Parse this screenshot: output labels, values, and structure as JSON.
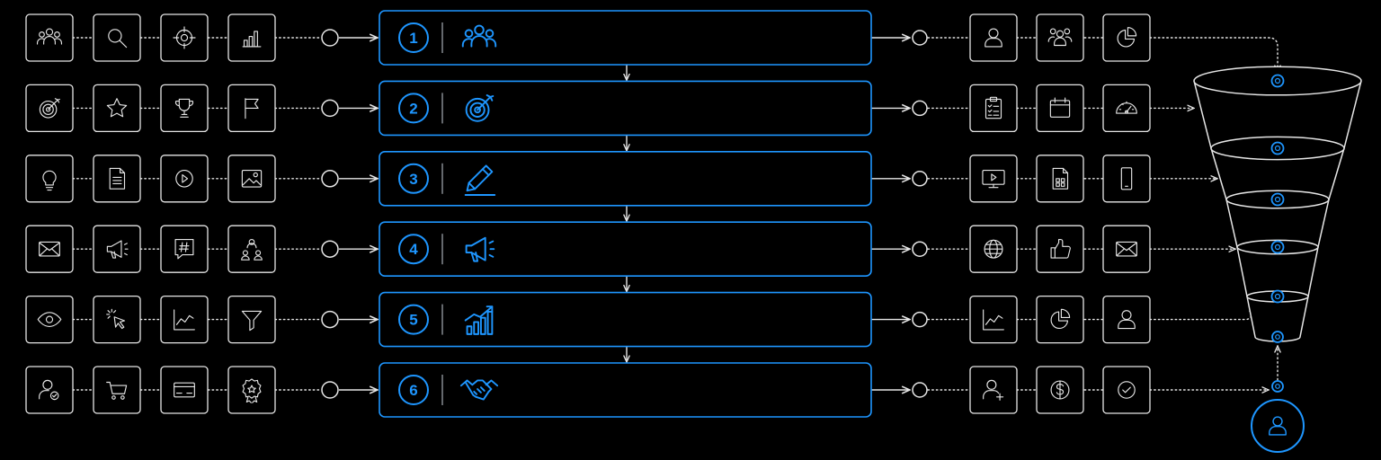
{
  "stages": [
    {
      "number": "1",
      "icon": "people-icon",
      "inputs": [
        "people-icon",
        "search-icon",
        "target-crosshair-icon",
        "bar-chart-icon"
      ],
      "outputs": [
        "user-icon",
        "team-icon",
        "pie-chart-icon"
      ]
    },
    {
      "number": "2",
      "icon": "target-arrow-icon",
      "inputs": [
        "target-arrow-icon",
        "star-icon",
        "trophy-icon",
        "flag-icon"
      ],
      "outputs": [
        "clipboard-checklist-icon",
        "calendar-icon",
        "speedometer-icon"
      ]
    },
    {
      "number": "3",
      "icon": "pencil-icon",
      "inputs": [
        "lightbulb-icon",
        "document-icon",
        "play-icon",
        "image-icon"
      ],
      "outputs": [
        "monitor-play-icon",
        "layout-document-icon",
        "smartphone-icon"
      ]
    },
    {
      "number": "4",
      "icon": "megaphone-icon",
      "inputs": [
        "mail-icon",
        "megaphone-icon",
        "hashtag-chat-icon",
        "network-people-icon"
      ],
      "outputs": [
        "globe-icon",
        "thumbs-up-icon",
        "mail-icon"
      ]
    },
    {
      "number": "5",
      "icon": "growth-chart-icon",
      "inputs": [
        "eye-icon",
        "click-cursor-icon",
        "line-graph-icon",
        "filter-icon"
      ],
      "outputs": [
        "line-graph-icon",
        "pie-chart-icon",
        "user-icon"
      ]
    },
    {
      "number": "6",
      "icon": "handshake-icon",
      "inputs": [
        "user-check-icon",
        "cart-icon",
        "credit-card-icon",
        "award-badge-icon"
      ],
      "outputs": [
        "user-add-icon",
        "dollar-icon",
        "check-circle-icon"
      ]
    }
  ],
  "funnel": {
    "bands": 5,
    "customer_icon": "user-icon"
  },
  "colors": {
    "accent": "#1e96ff",
    "line": "#e6e6e6",
    "background": "#000000"
  }
}
